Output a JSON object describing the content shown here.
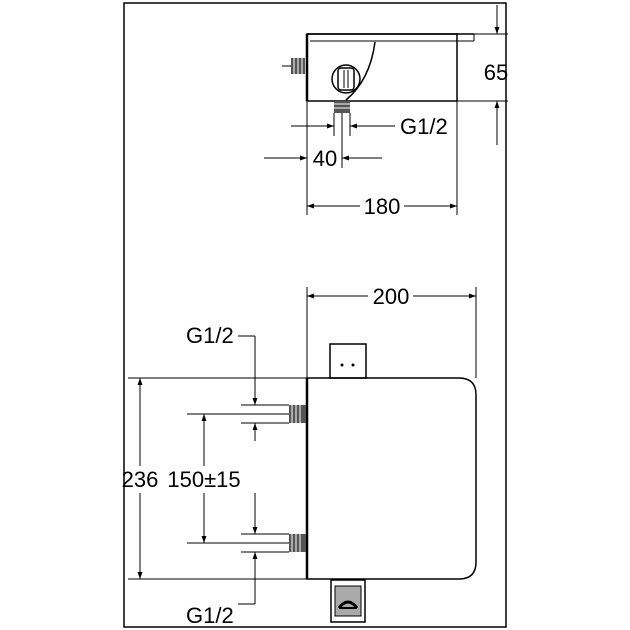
{
  "drawing": {
    "top_view": {
      "depth": "65",
      "thread": "G1/2",
      "spacing": "40",
      "width": "180"
    },
    "front_view": {
      "width": "200",
      "thread_top": "G1/2",
      "thread_bottom": "G1/2",
      "height": "236",
      "inlet_spacing": "150±15"
    }
  }
}
